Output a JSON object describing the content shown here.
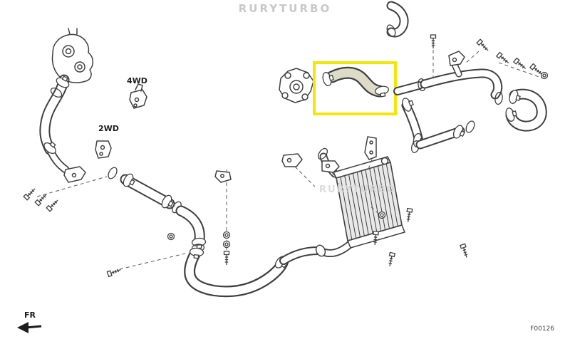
{
  "diagram": {
    "watermark_top": "RURYTURBO",
    "watermark_center": "RURYTURBO",
    "labels": {
      "four_wd": "4WD",
      "two_wd": "2WD",
      "fr": "FR",
      "figure_code": "F00126"
    },
    "highlight": {
      "color": "#f2e60a"
    }
  }
}
